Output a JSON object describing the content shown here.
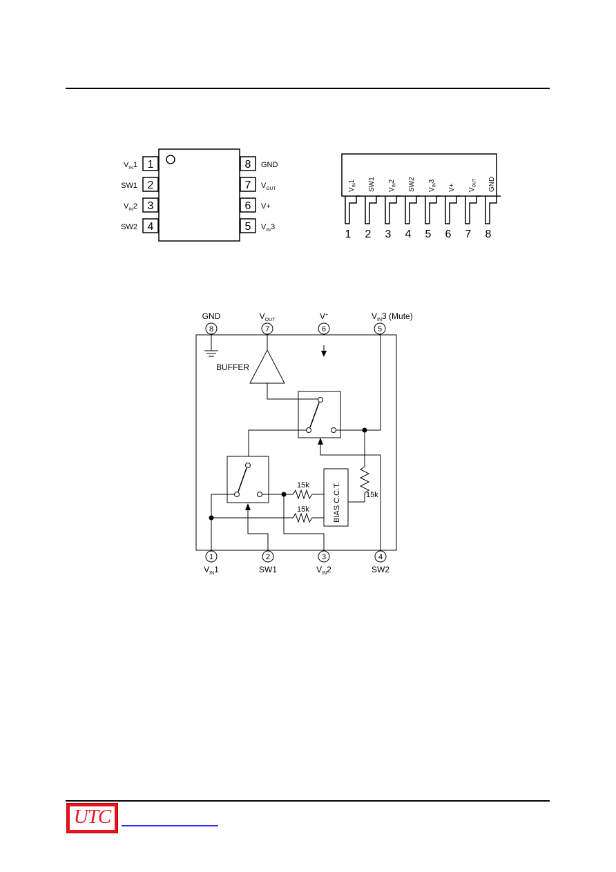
{
  "sop8": {
    "left_pins": [
      {
        "num": "1",
        "name": "V",
        "sub": "IN",
        "suffix": "1"
      },
      {
        "num": "2",
        "name": "SW1",
        "sub": "",
        "suffix": ""
      },
      {
        "num": "3",
        "name": "V",
        "sub": "IN",
        "suffix": "2"
      },
      {
        "num": "4",
        "name": "SW2",
        "sub": "",
        "suffix": ""
      }
    ],
    "right_pins": [
      {
        "num": "8",
        "name": "GND",
        "sub": "",
        "suffix": ""
      },
      {
        "num": "7",
        "name": "V",
        "sub": "OUT",
        "suffix": ""
      },
      {
        "num": "6",
        "name": "V+",
        "sub": "",
        "suffix": ""
      },
      {
        "num": "5",
        "name": "V",
        "sub": "IN",
        "suffix": "3"
      }
    ]
  },
  "sip8": {
    "pins": [
      {
        "num": "1",
        "name": "V",
        "sub": "IN",
        "suffix": "1"
      },
      {
        "num": "2",
        "name": "SW1",
        "sub": "",
        "suffix": ""
      },
      {
        "num": "3",
        "name": "V",
        "sub": "IN",
        "suffix": "2"
      },
      {
        "num": "4",
        "name": "SW2",
        "sub": "",
        "suffix": ""
      },
      {
        "num": "5",
        "name": "V",
        "sub": "IN",
        "suffix": "3"
      },
      {
        "num": "6",
        "name": "V+",
        "sub": "",
        "suffix": ""
      },
      {
        "num": "7",
        "name": "V",
        "sub": "OUT",
        "suffix": ""
      },
      {
        "num": "8",
        "name": "GND",
        "sub": "",
        "suffix": ""
      }
    ]
  },
  "block": {
    "top_pins": [
      {
        "num": "8",
        "label": "GND",
        "sub": "",
        "suffix": ""
      },
      {
        "num": "7",
        "label": "V",
        "sub": "OUT",
        "suffix": ""
      },
      {
        "num": "6",
        "label": "V",
        "sub": "+",
        "suffix": ""
      },
      {
        "num": "5",
        "label": "V",
        "sub": "IN",
        "suffix": "3 (Mute)"
      }
    ],
    "bottom_pins": [
      {
        "num": "1",
        "label": "V",
        "sub": "IN",
        "suffix": "1"
      },
      {
        "num": "2",
        "label": "SW1",
        "sub": "",
        "suffix": ""
      },
      {
        "num": "3",
        "label": "V",
        "sub": "IN",
        "suffix": "2"
      },
      {
        "num": "4",
        "label": "SW2",
        "sub": "",
        "suffix": ""
      }
    ],
    "buffer_label": "BUFFER",
    "bias_label": "BIAS C.C.T.",
    "r1_label": "15k",
    "r2_label": "15k",
    "r3_label": "15k"
  },
  "footer": {
    "logo_text": "UTC",
    "colors": {
      "logo_red": "#e8131d",
      "link_blue": "#2a2aff"
    }
  }
}
